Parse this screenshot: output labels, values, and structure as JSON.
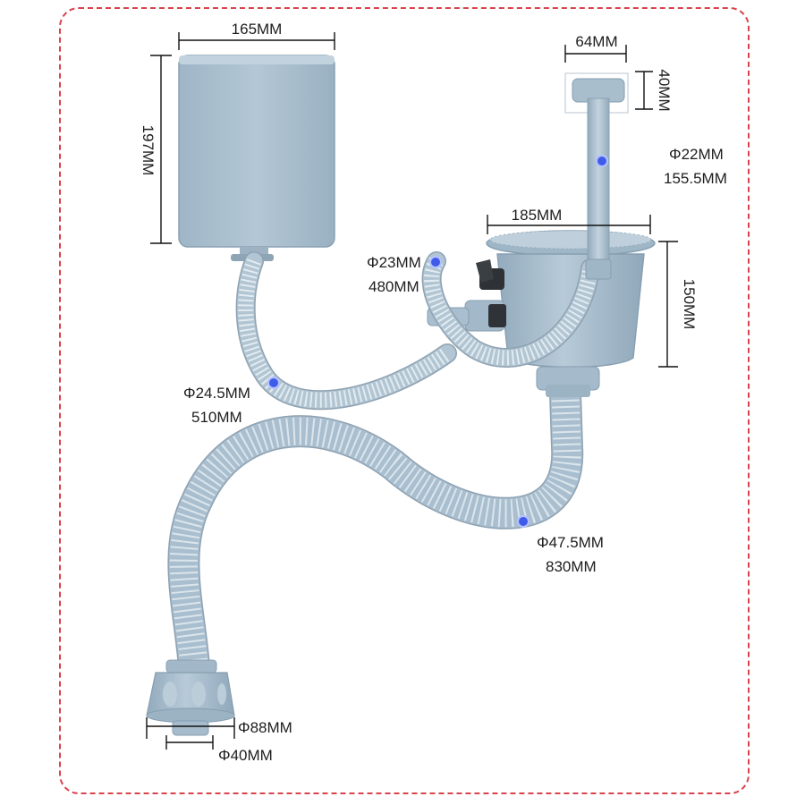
{
  "labels": {
    "box_width": "165MM",
    "box_height": "197MM",
    "handle_width": "64MM",
    "handle_height": "40MM",
    "pipe_spec_d": "Φ22MM",
    "pipe_spec_len": "155.5MM",
    "strainer_width": "185MM",
    "strainer_height": "150MM",
    "hose_mid_d": "Φ23MM",
    "hose_mid_len": "480MM",
    "hose_left_d": "Φ24.5MM",
    "hose_left_len": "510MM",
    "hose_main_d": "Φ47.5MM",
    "hose_main_len": "830MM",
    "cap_outer_d": "Φ88MM",
    "cap_inner_d": "Φ40MM"
  },
  "colors": {
    "part_fill": "#a9bfcf",
    "part_shadow": "#8ea7b9",
    "part_light": "#c9d8e3",
    "hose_ribs": "#e4ecf2",
    "marker": "#3f5bea",
    "frame": "#d9434b"
  }
}
